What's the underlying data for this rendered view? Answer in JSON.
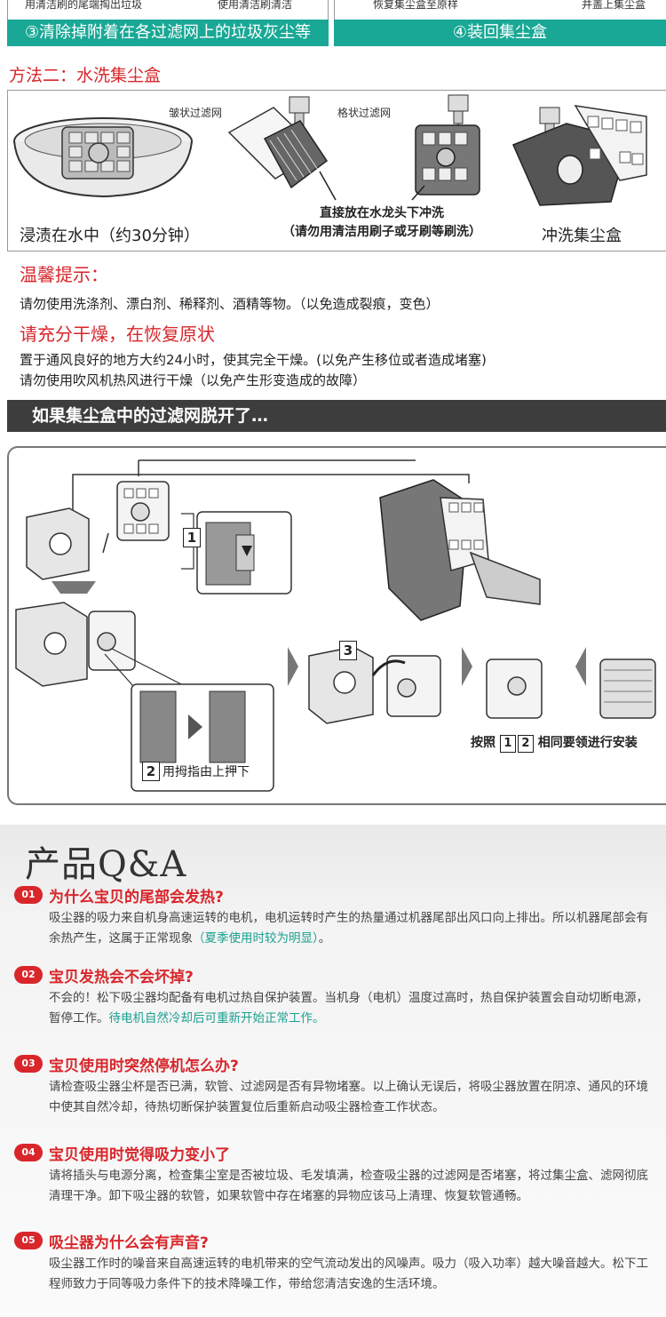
{
  "top": {
    "captions": [
      "用清洁刷的尾端掏出垃圾",
      "使用清洁刷清洁",
      "恢复集尘盒至原样",
      "并盖上集尘盒"
    ],
    "step3": "③清除掉附着在各过滤网上的垃圾灰尘等",
    "step4": "④装回集尘盒"
  },
  "method2": {
    "title": "方法二：水洗集尘盒",
    "label_pleated": "皱状过滤网",
    "label_grid": "格状过滤网",
    "caption_soak": "浸渍在水中（约30分钟）",
    "caption_tap": "直接放在水龙头下冲洗",
    "caption_brush": "（请勿用清洁用刷子或牙刷等刷洗）",
    "caption_rinse": "冲洗集尘盒"
  },
  "tips": {
    "heading": "温馨提示：",
    "line1": "请勿使用洗涤剂、漂白剂、稀释剂、酒精等物。（以免造成裂痕，变色）",
    "heading2": "请充分干燥，在恢复原状",
    "line2": "置于通风良好的地方大约24小时，使其完全干燥。(以免产生移位或者造成堵塞)",
    "line3": "请勿使用吹风机热风进行干燥（以免产生形变造成的故障）"
  },
  "filter_section": {
    "banner": "如果集尘盒中的过滤网脱开了…",
    "step1": "1",
    "step2": "2",
    "step3": "3",
    "step2_text": "用拇指由上押下",
    "install_prefix": "按照",
    "install_n1": "1",
    "install_n2": "2",
    "install_suffix": "相同要领进行安装"
  },
  "qa": {
    "title": "产品Q&A",
    "items": [
      {
        "badge": "01",
        "q": "为什么宝贝的尾部会发热?",
        "a": "吸尘器的吸力来自机身高速运转的电机，电机运转时产生的热量通过机器尾部出风口向上排出。所以机器尾部会有余热产生，这属于正常现象",
        "a_green": "（夏季使用时较为明显）",
        "a_end": "。"
      },
      {
        "badge": "02",
        "q": "宝贝发热会不会坏掉?",
        "a": "不会的！松下吸尘器均配备有电机过热自保护装置。当机身（电机）温度过高时，热自保护装置会自动切断电源，暂停工作。",
        "a_green": "待电机自然冷却后可重新开始正常工作。",
        "a_end": ""
      },
      {
        "badge": "03",
        "q": "宝贝使用时突然停机怎么办?",
        "a": "请检查吸尘器尘杯是否已满，软管、过滤网是否有异物堵塞。以上确认无误后，将吸尘器放置在阴凉、通风的环境中使其自然冷却，待热切断保护装置复位后重新启动吸尘器检查工作状态。",
        "a_green": "",
        "a_end": ""
      },
      {
        "badge": "04",
        "q": "宝贝使用时觉得吸力变小了",
        "a": "请将插头与电源分离，检查集尘室是否被垃圾、毛发填满，检查吸尘器的过滤网是否堵塞，将过集尘盒、滤网彻底清理干净。卸下吸尘器的软管，如果软管中存在堵塞的异物应该马上清理、恢复软管通畅。",
        "a_green": "",
        "a_end": ""
      },
      {
        "badge": "05",
        "q": "吸尘器为什么会有声音?",
        "a": "吸尘器工作时的噪音来自高速运转的电机带来的空气流动发出的风噪声。吸力（吸入功率）越大噪音越大。松下工程师致力于同等吸力条件下的技术降噪工作，带给您清洁安逸的生活环境。",
        "a_green": "",
        "a_end": ""
      }
    ]
  }
}
